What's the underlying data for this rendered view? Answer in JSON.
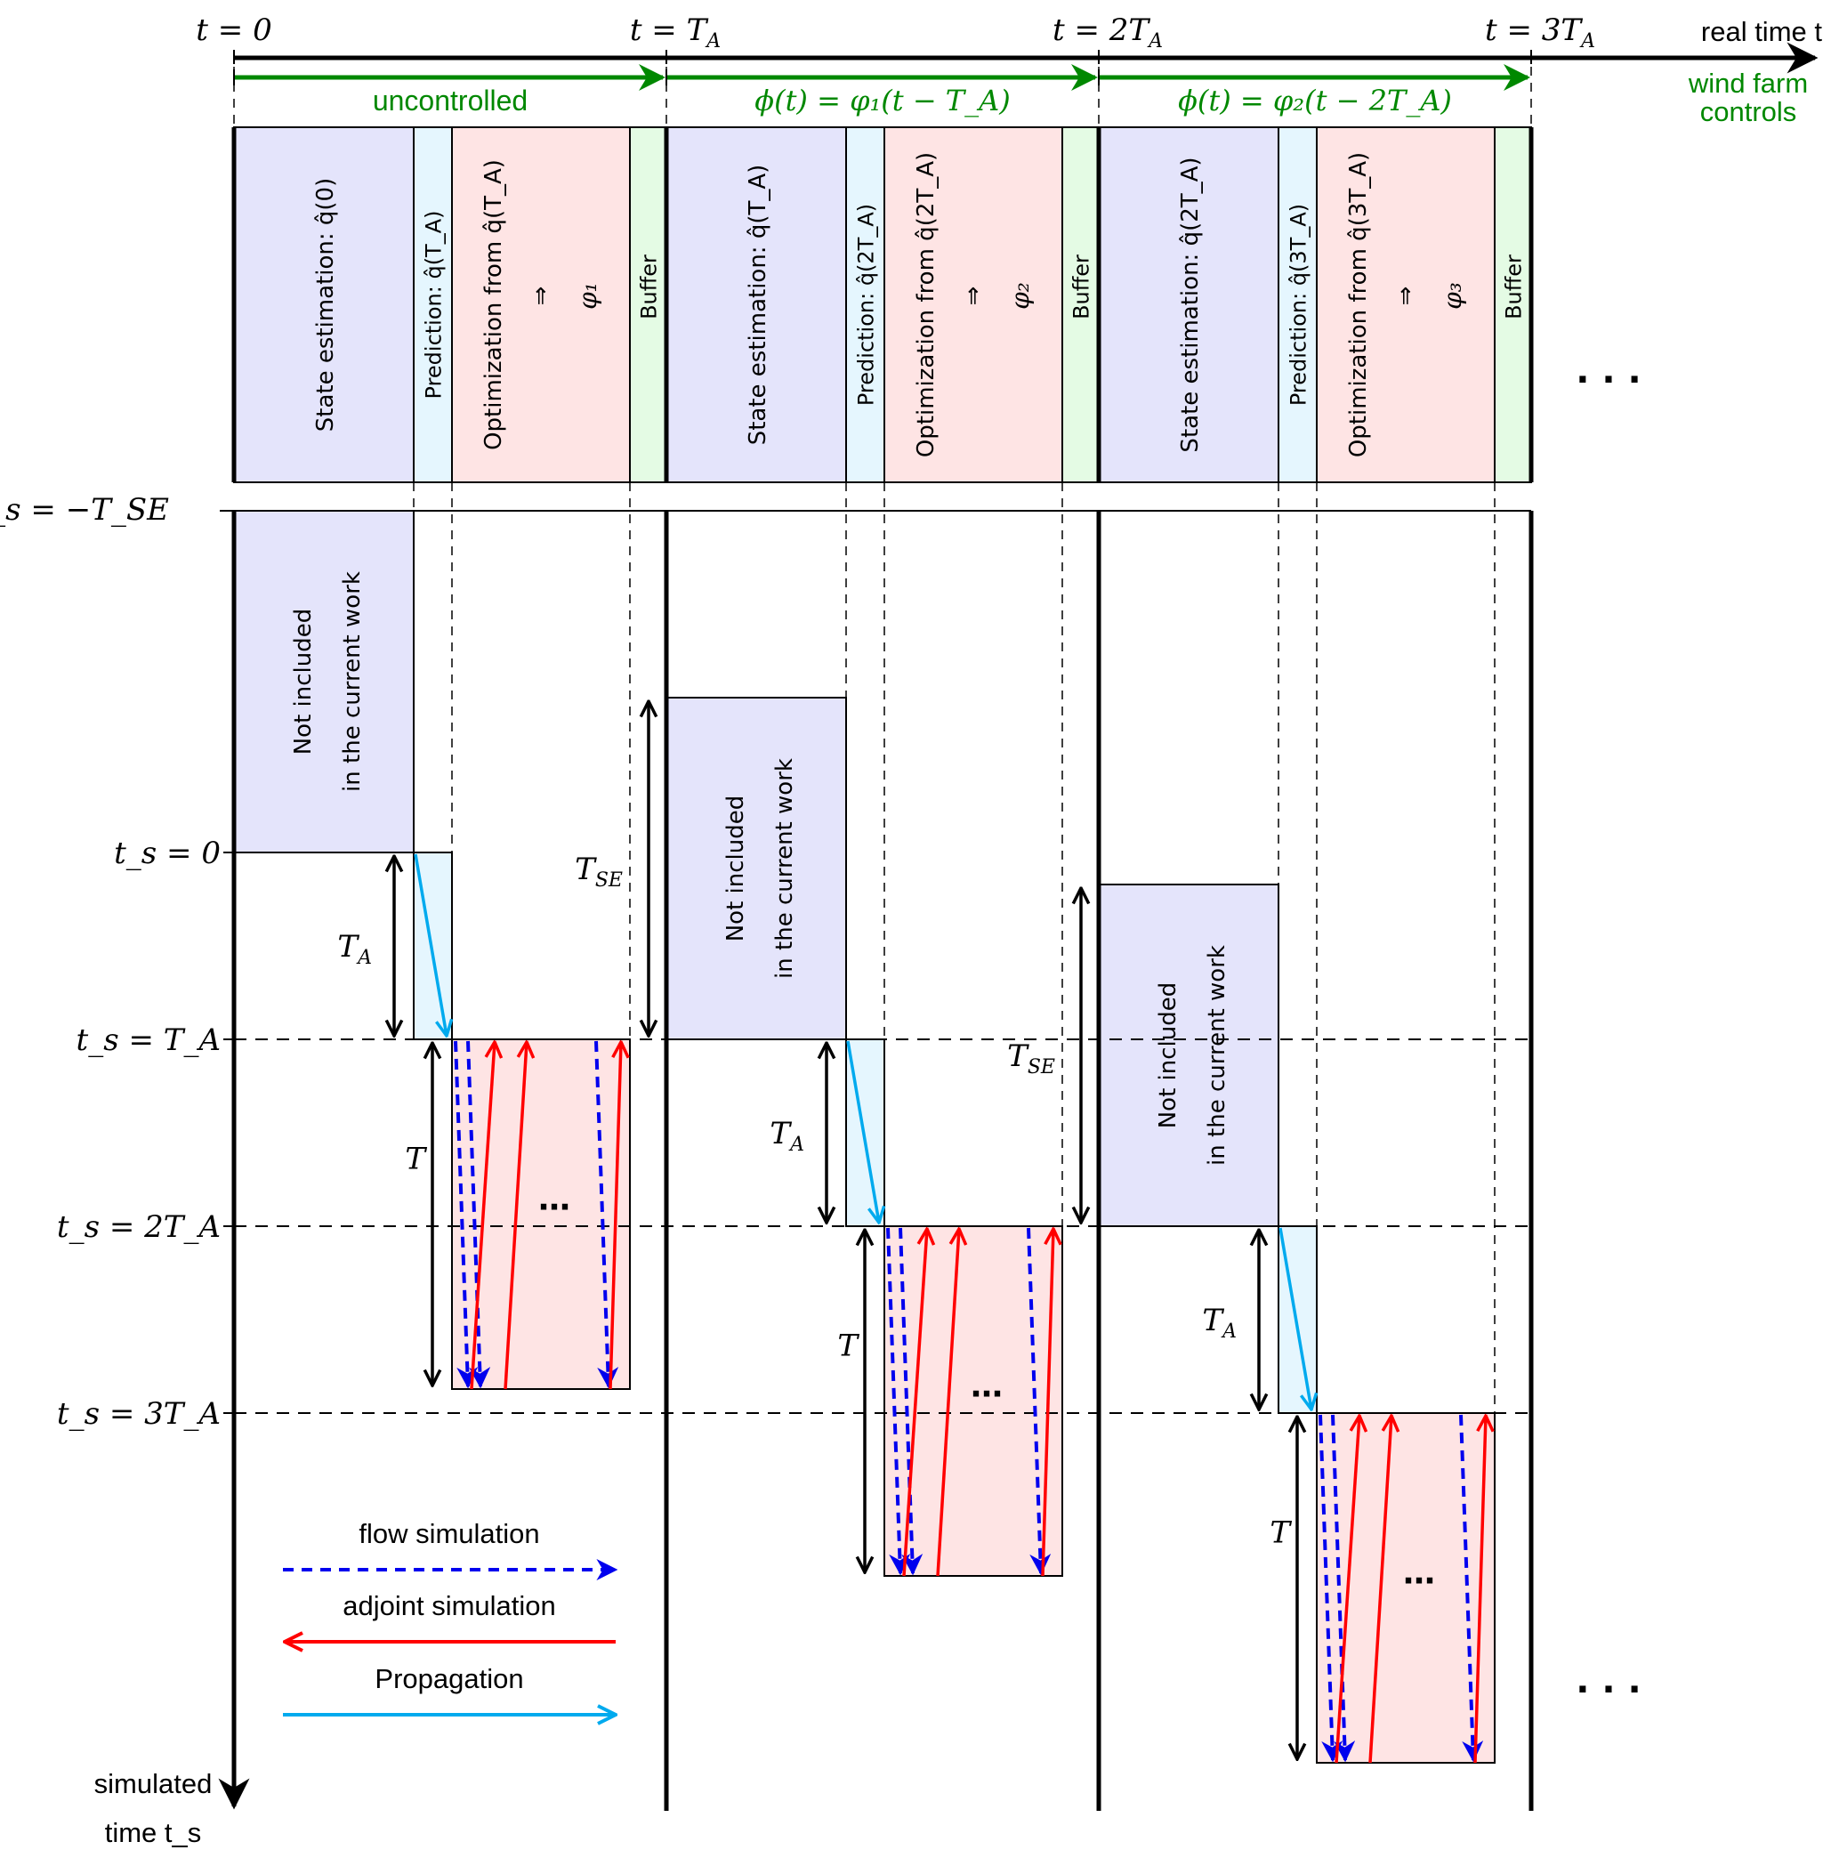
{
  "real_time_axis": {
    "label": "real time t",
    "ticks": [
      "t=0",
      "t=T_A",
      "t=2T_A",
      "t=3T_A"
    ],
    "tick_display": [
      "t = 0",
      "t = T",
      "t = 2T",
      "t = 3T"
    ],
    "tick_sub": [
      "",
      "A",
      "A",
      "A"
    ]
  },
  "controls": {
    "label_line1": "wind farm",
    "label_line2": "controls",
    "color": "#008800",
    "segments": [
      {
        "text": "uncontrolled"
      },
      {
        "text": "ϕ(t) = φ₁(t − T_A)"
      },
      {
        "text": "ϕ(t) = φ₂(t − 2T_A)"
      }
    ]
  },
  "blocks": [
    {
      "state_estimation": "State estimation:  q̂(0)",
      "prediction": "Prediction:  q̂(T_A)",
      "optimization": "Optimization from q̂(T_A)",
      "implies": "⇒",
      "result": "φ₁",
      "buffer": "Buffer"
    },
    {
      "state_estimation": "State estimation:  q̂(T_A)",
      "prediction": "Prediction:  q̂(2T_A)",
      "optimization": "Optimization from q̂(2T_A)",
      "implies": "⇒",
      "result": "φ₂",
      "buffer": "Buffer"
    },
    {
      "state_estimation": "State estimation:  q̂(2T_A)",
      "prediction": "Prediction:  q̂(3T_A)",
      "optimization": "Optimization from q̂(3T_A)",
      "implies": "⇒",
      "result": "φ₃",
      "buffer": "Buffer"
    }
  ],
  "simulated_axis": {
    "label_line1": "simulated",
    "label_line2": "time t_s",
    "ticks": [
      "t_s = −T_SE",
      "t_s = 0",
      "t_s = T_A",
      "t_s = 2T_A",
      "t_s = 3T_A"
    ]
  },
  "not_included": {
    "line1": "Not included",
    "line2": "in the current work"
  },
  "dimension_labels": {
    "T_A": "T_A",
    "T_SE": "T_SE",
    "T": "T"
  },
  "ellipsis": "…",
  "continuation": "· · ·",
  "legend": [
    {
      "label": "flow simulation",
      "color": "#0000ee",
      "style": "dashed",
      "direction": "right"
    },
    {
      "label": "adjoint simulation",
      "color": "#ff0000",
      "style": "solid",
      "direction": "left"
    },
    {
      "label": "Propagation",
      "color": "#00aaee",
      "style": "solid",
      "direction": "right"
    }
  ],
  "colors": {
    "state_estimation": "#e4e4fb",
    "prediction": "#e5f6fe",
    "optimization": "#fee4e4",
    "buffer": "#e4fbe4",
    "flow": "#0000ee",
    "adjoint": "#ff0000",
    "propagation": "#00aaee",
    "controls": "#008800"
  }
}
